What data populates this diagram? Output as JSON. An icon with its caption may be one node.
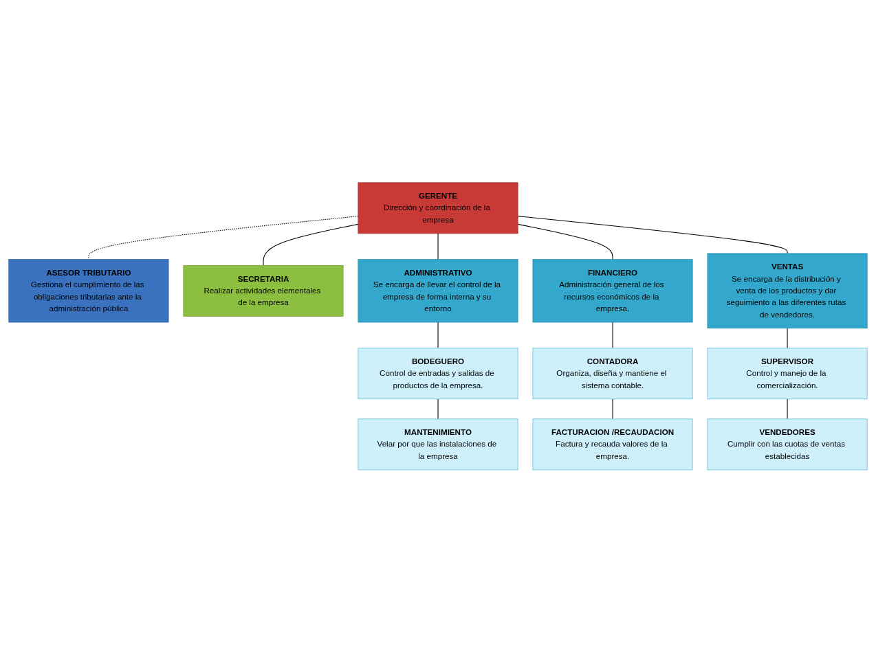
{
  "diagram": {
    "nodes": [
      {
        "text": [
          "GERENTE",
          "Dirección y coordinación de la empresa"
        ]
      },
      {
        "text": [
          "ASESOR TRIBUTARIO",
          "Gestiona el cumplimiento de las obligaciones tributarias ante la administración pública"
        ]
      },
      {
        "text": [
          "SECRETARIA",
          "Realizar actividades elementales de la empresa"
        ]
      },
      {
        "text": [
          "ADMINISTRATIVO",
          "Se encarga de llevar el control de la empresa de forma interna y su entorno"
        ]
      },
      {
        "text": [
          "FINANCIERO",
          "Administración general de los recursos económicos de la empresa."
        ]
      },
      {
        "text": [
          "VENTAS",
          "Se encarga de la distribución y venta de los productos y dar seguimiento a las diferentes rutas de vendedores."
        ]
      },
      {
        "text": [
          "BODEGUERO",
          "Control de entradas y salidas de productos de la empresa."
        ]
      },
      {
        "text": [
          "CONTADORA",
          "Organiza, diseña y mantiene el sistema contable."
        ]
      },
      {
        "text": [
          "SUPERVISOR",
          "Control y manejo de la comercialización."
        ]
      },
      {
        "text": [
          "MANTENIMIENTO",
          "Velar por que las instalaciones de la empresa"
        ]
      },
      {
        "text": [
          "FACTURACION /RECAUDACION",
          "Factura y recauda valores de la empresa."
        ]
      },
      {
        "text": [
          "VENDEDORES",
          "Cumplir con las cuotas de ventas establecidas"
        ]
      }
    ],
    "edges": [
      {
        "from": 0,
        "to": 1,
        "arrow": "none",
        "style": "dashed"
      },
      {
        "from": 0,
        "to": 2,
        "arrow": "none"
      },
      {
        "from": 0,
        "to": 3,
        "arrow": "none"
      },
      {
        "from": 0,
        "to": 4,
        "arrow": "none"
      },
      {
        "from": 0,
        "to": 5,
        "arrow": "none"
      },
      {
        "from": 3,
        "to": 6,
        "arrow": "none"
      },
      {
        "from": 6,
        "to": 9,
        "arrow": "none"
      },
      {
        "from": 4,
        "to": 7,
        "arrow": "none"
      },
      {
        "from": 7,
        "to": 10,
        "arrow": "none"
      },
      {
        "from": 5,
        "to": 8,
        "arrow": "none"
      },
      {
        "from": 8,
        "to": 11,
        "arrow": "none"
      }
    ]
  }
}
